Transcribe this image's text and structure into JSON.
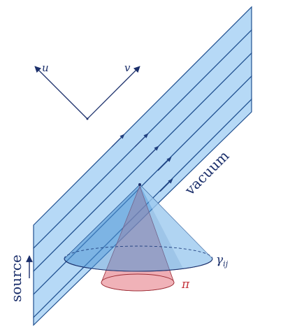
{
  "axes": {
    "u_label": "u",
    "v_label": "v"
  },
  "labels": {
    "vacuum": "vacuum",
    "source": "source",
    "gamma": "γ",
    "gamma_subscript": "ij",
    "pi": "π"
  },
  "colors": {
    "sheet_fill": "#a9d2f5",
    "sheet_edge": "#1f4f8f",
    "line_color": "#1f3f7f",
    "blue_cone": "#4f95d6",
    "red_cone": "#e06a76",
    "ink": "#1b2f6b",
    "pi_red": "#c4323a"
  },
  "sheet": {
    "stripe_count": 5
  }
}
